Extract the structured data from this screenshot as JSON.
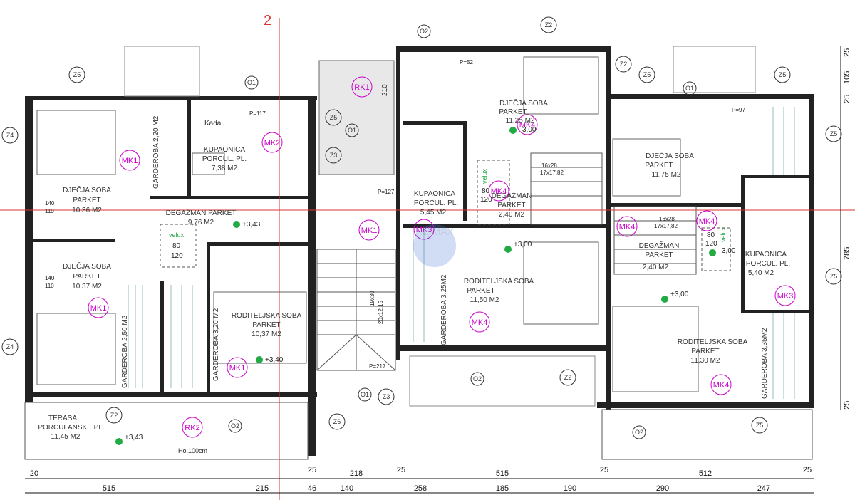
{
  "rooms": [
    {
      "id": "r1",
      "lines": [
        "DJEČJA SOBA",
        "PARKET",
        "10,36 M2"
      ]
    },
    {
      "id": "r2",
      "lines": [
        "KUPAONICA",
        "PORCUL. PL.",
        "7,38 M2"
      ]
    },
    {
      "id": "r3",
      "lines": [
        "DEGAŽMAN PARKET",
        "9,76 M2"
      ]
    },
    {
      "id": "r4",
      "lines": [
        "DJEČJA SOBA",
        "PARKET",
        "10,37 M2"
      ]
    },
    {
      "id": "r5",
      "lines": [
        "RODITELJSKA SOBA",
        "PARKET",
        "10,37 M2"
      ]
    },
    {
      "id": "r6",
      "lines": [
        "TERASA",
        "PORCULANSKE PL.",
        "11,45 M2"
      ]
    },
    {
      "id": "r7",
      "lines": [
        "DJEČJA SOBA",
        "PARKET",
        "11,25 M2"
      ]
    },
    {
      "id": "r8",
      "lines": [
        "KUPAONICA",
        "PORCUL. PL.",
        "5,45 M2"
      ]
    },
    {
      "id": "r9",
      "lines": [
        "DEGAŽMAN",
        "PARKET",
        "2,40 M2"
      ]
    },
    {
      "id": "r10",
      "lines": [
        "RODITELJSKA SOBA",
        "PARKET",
        "11,50 M2"
      ]
    },
    {
      "id": "r11",
      "lines": [
        "DJEČJA SOBA",
        "PARKET",
        "11,75 M2"
      ]
    },
    {
      "id": "r12",
      "lines": [
        "DEGAŽMAN",
        "PARKET",
        "2,40 M2"
      ]
    },
    {
      "id": "r13",
      "lines": [
        "KUPAONICA",
        "PORCUL. PL.",
        "5,40 M2"
      ]
    },
    {
      "id": "r14",
      "lines": [
        "RODITELJSKA SOBA",
        "PARKET",
        "11,30 M2"
      ]
    }
  ],
  "wardrobes": [
    {
      "id": "g1",
      "text": "GARDEROBA 2,20 M2"
    },
    {
      "id": "g2",
      "text": "GARDEROBA 2,50 M2"
    },
    {
      "id": "g3",
      "text": "GARDEROBA 3,20 M2"
    },
    {
      "id": "g4",
      "text": "GARDEROBA 3,25M2"
    },
    {
      "id": "g5",
      "text": "GARDEROBA 3,35M2"
    }
  ],
  "tags": [
    {
      "id": "t1",
      "text": "MK1"
    },
    {
      "id": "t2",
      "text": "MK2"
    },
    {
      "id": "t3",
      "text": "MK1"
    },
    {
      "id": "t4",
      "text": "MK1"
    },
    {
      "id": "t5",
      "text": "MK1"
    },
    {
      "id": "t6",
      "text": "RK1"
    },
    {
      "id": "t7",
      "text": "RK2"
    },
    {
      "id": "t8",
      "text": "MK4"
    },
    {
      "id": "t9",
      "text": "MK4"
    },
    {
      "id": "t10",
      "text": "MK3"
    },
    {
      "id": "t11",
      "text": "MK4"
    },
    {
      "id": "t12",
      "text": "MK4"
    },
    {
      "id": "t13",
      "text": "MK4"
    },
    {
      "id": "t14",
      "text": "MK3"
    },
    {
      "id": "t15",
      "text": "MK4"
    }
  ],
  "circle_labels": [
    {
      "id": "c1",
      "text": "Z5"
    },
    {
      "id": "c2",
      "text": "Z4"
    },
    {
      "id": "c3",
      "text": "Z4"
    },
    {
      "id": "c4",
      "text": "Z2"
    },
    {
      "id": "c5",
      "text": "Z3"
    },
    {
      "id": "c6",
      "text": "Z5"
    },
    {
      "id": "c7",
      "text": "Z2"
    },
    {
      "id": "c8",
      "text": "Z2"
    },
    {
      "id": "c9",
      "text": "Z5"
    },
    {
      "id": "c10",
      "text": "Z5"
    },
    {
      "id": "c11",
      "text": "Z5"
    },
    {
      "id": "c12",
      "text": "Z5"
    },
    {
      "id": "c13",
      "text": "Z2"
    },
    {
      "id": "c14",
      "text": "Z6"
    },
    {
      "id": "c15",
      "text": "Z3"
    },
    {
      "id": "c16",
      "text": "Z5"
    },
    {
      "id": "c17",
      "text": "O1"
    },
    {
      "id": "c18",
      "text": "O2"
    },
    {
      "id": "c19",
      "text": "O1"
    },
    {
      "id": "c20",
      "text": "O2"
    },
    {
      "id": "c21",
      "text": "O2"
    },
    {
      "id": "c22",
      "text": "O1"
    },
    {
      "id": "c23",
      "text": "O1"
    },
    {
      "id": "c24",
      "text": "O2"
    }
  ],
  "elevations": [
    {
      "id": "e1",
      "text": "+3,43"
    },
    {
      "id": "e2",
      "text": "+3,40"
    },
    {
      "id": "e3",
      "text": "+3,43"
    },
    {
      "id": "e4",
      "text": "3,00"
    },
    {
      "id": "e5",
      "text": "+3,00"
    },
    {
      "id": "e6",
      "text": "+3,00"
    },
    {
      "id": "e7",
      "text": "3,00"
    }
  ],
  "notes": [
    {
      "id": "n1",
      "text": "Kada"
    },
    {
      "id": "n2",
      "text": "Ho.100cm"
    },
    {
      "id": "n3",
      "text": "velux"
    },
    {
      "id": "n4",
      "text": "velux"
    },
    {
      "id": "n5",
      "text": "velux"
    },
    {
      "id": "n6",
      "text": "19x30"
    },
    {
      "id": "n7",
      "text": "20x12,15"
    },
    {
      "id": "n8",
      "text": "16x28"
    },
    {
      "id": "n9",
      "text": "17x17,82"
    },
    {
      "id": "n10",
      "text": "16x28"
    },
    {
      "id": "n11",
      "text": "17x17,82"
    },
    {
      "id": "n12",
      "text": "P=117"
    },
    {
      "id": "n13",
      "text": "P=127"
    },
    {
      "id": "n14",
      "text": "P=217"
    },
    {
      "id": "n15",
      "text": "P=52"
    },
    {
      "id": "n16",
      "text": "P=97"
    },
    {
      "id": "n17",
      "text": "140"
    },
    {
      "id": "n18",
      "text": "110"
    },
    {
      "id": "n19",
      "text": "140"
    },
    {
      "id": "n20",
      "text": "110"
    },
    {
      "id": "n21",
      "text": "80"
    },
    {
      "id": "n22",
      "text": "120"
    },
    {
      "id": "n23",
      "text": "80"
    },
    {
      "id": "n24",
      "text": "120"
    },
    {
      "id": "n25",
      "text": "80"
    },
    {
      "id": "n26",
      "text": "120"
    },
    {
      "id": "n27",
      "text": "210"
    },
    {
      "id": "n28",
      "text": "2"
    }
  ],
  "dims_top": [
    "20",
    "25",
    "218",
    "25",
    "515",
    "25",
    "512",
    "25"
  ],
  "dims_bottom": [
    "515",
    "215",
    "46",
    "140",
    "258",
    "185",
    "190",
    "290",
    "247"
  ],
  "dims_right": [
    "25",
    "105",
    "25",
    "785",
    "25"
  ],
  "watermark": "RE/MAX"
}
